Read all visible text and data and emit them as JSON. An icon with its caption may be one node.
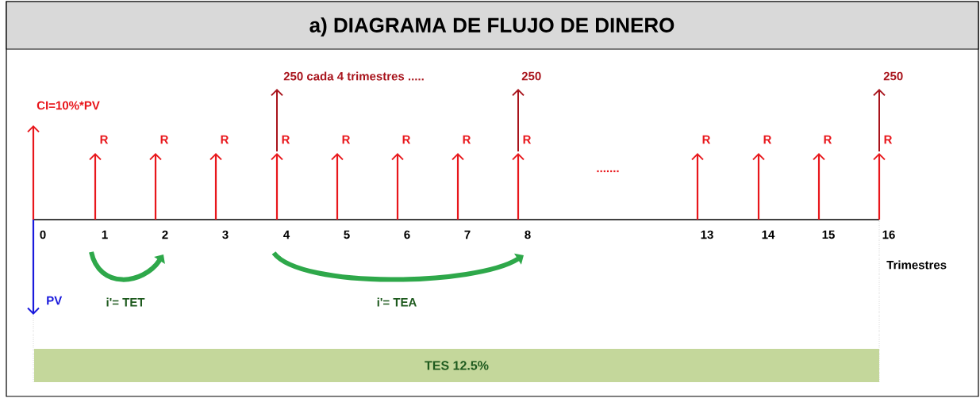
{
  "diagram": {
    "title": "a)  DIAGRAMA DE FLUJO DE DINERO",
    "nodes": [
      {
        "text": [
          "TES 12.5%"
        ]
      }
    ],
    "labels": [
      "250 cada 4 trimestres .....",
      "250",
      "250",
      "CI=10%*PV",
      "R",
      "R",
      "R",
      "R",
      "R",
      "R",
      "R",
      "R",
      "R",
      "R",
      "R",
      "R",
      ".......",
      "0",
      "1",
      "2",
      "3",
      "4",
      "5",
      "6",
      "7",
      "8",
      "13",
      "14",
      "15",
      "16",
      "Trimestres",
      "PV",
      "i'= TET",
      "i'= TEA"
    ]
  }
}
